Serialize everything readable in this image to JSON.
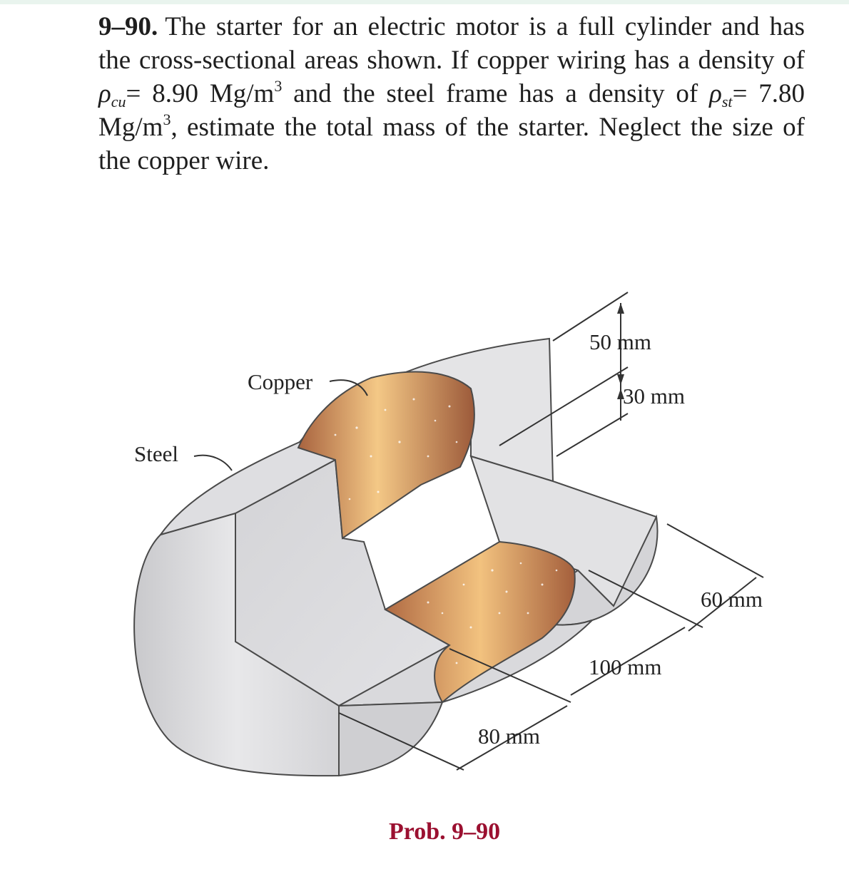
{
  "problem": {
    "number": "9–90.",
    "text_1": "The starter for an electric motor is a full cylinder and has the cross-sectional areas shown. If copper wiring has a density of",
    "rho": "ρ",
    "sub_cu": "cu",
    "eq_cu": "= 8.90 Mg/m",
    "text_2": "and the steel frame has a density of",
    "sub_st": "st",
    "eq_st": "= 7.80 Mg/m",
    "sup_3": "3",
    "text_3": ", estimate the total mass of the starter. Neglect the size of the copper wire."
  },
  "figure": {
    "label_copper": "Copper",
    "label_steel": "Steel",
    "dim_50": "50 mm",
    "dim_30": "30 mm",
    "dim_60": "60 mm",
    "dim_100": "100 mm",
    "dim_80": "80 mm",
    "caption": "Prob. 9–90",
    "colors": {
      "steel": "#d6d6d8",
      "steel_light": "#e6e6e8",
      "copper_dark": "#b5714a",
      "copper_light": "#f2c27f",
      "caption": "#9b1030"
    }
  }
}
